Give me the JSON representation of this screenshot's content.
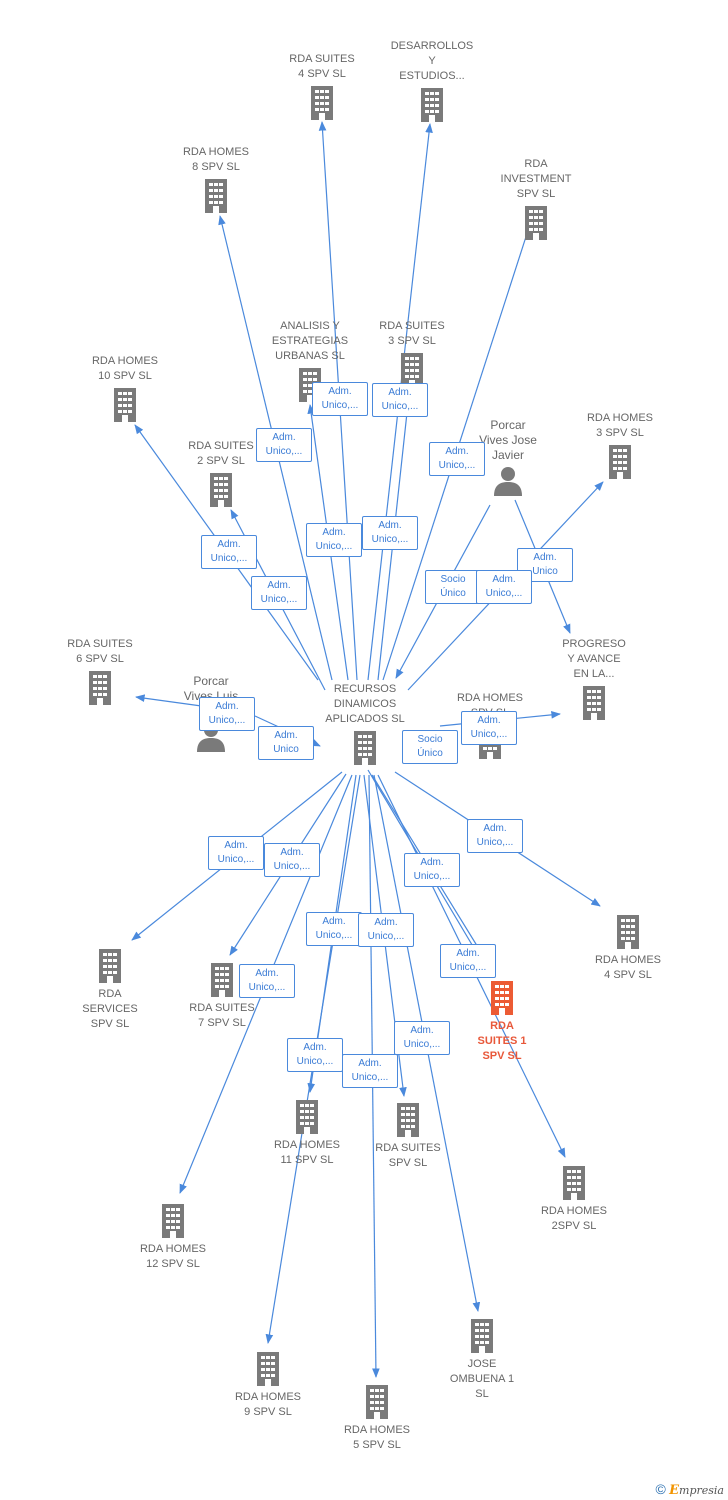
{
  "colors": {
    "edge": "#4a89dc",
    "building": "#7a7a7a",
    "main": "#ec5b34",
    "person": "#7a7a7a"
  },
  "nodes": [
    {
      "id": "rda-suites-4",
      "type": "company",
      "label": "RDA SUITES\n4 SPV  SL"
    },
    {
      "id": "desarrollos",
      "type": "company",
      "label": "DESARROLLOS\nY\nESTUDIOS..."
    },
    {
      "id": "rda-homes-8",
      "type": "company",
      "label": "RDA HOMES\n8 SPV  SL"
    },
    {
      "id": "rda-investment",
      "type": "company",
      "label": "RDA\nINVESTMENT\nSPV  SL"
    },
    {
      "id": "analisis",
      "type": "company",
      "label": "ANALISIS Y\nESTRATEGIAS\nURBANAS  SL"
    },
    {
      "id": "rda-suites-3",
      "type": "company",
      "label": "RDA SUITES\n3 SPV  SL"
    },
    {
      "id": "rda-homes-10",
      "type": "company",
      "label": "RDA HOMES\n10 SPV  SL"
    },
    {
      "id": "porcar-jose",
      "type": "person",
      "label": "Porcar\nVives Jose\nJavier"
    },
    {
      "id": "rda-homes-3",
      "type": "company",
      "label": "RDA HOMES\n3 SPV  SL"
    },
    {
      "id": "rda-suites-2",
      "type": "company",
      "label": "RDA SUITES\n2 SPV  SL"
    },
    {
      "id": "rda-suites-6",
      "type": "company",
      "label": "RDA SUITES\n6 SPV  SL"
    },
    {
      "id": "porcar-luis",
      "type": "person",
      "label": "Porcar\nVives Luis\nVi..."
    },
    {
      "id": "recursos",
      "type": "company",
      "label": "RECURSOS\nDINAMICOS\nAPLICADOS  SL"
    },
    {
      "id": "rda-homes-spv",
      "type": "company",
      "label": "RDA HOMES\nSPV  SL"
    },
    {
      "id": "progreso",
      "type": "company",
      "label": "PROGRESO\nY AVANCE\nEN LA..."
    },
    {
      "id": "rda-services",
      "type": "company",
      "label": "RDA\nSERVICES\nSPV  SL"
    },
    {
      "id": "rda-suites-7",
      "type": "company",
      "label": "RDA SUITES\n7 SPV  SL"
    },
    {
      "id": "rda-suites-1",
      "type": "main",
      "label": "RDA\nSUITES 1\nSPV  SL"
    },
    {
      "id": "rda-homes-4",
      "type": "company",
      "label": "RDA HOMES\n4 SPV  SL"
    },
    {
      "id": "rda-homes-11",
      "type": "company",
      "label": "RDA HOMES\n11 SPV  SL"
    },
    {
      "id": "rda-suites-spv",
      "type": "company",
      "label": "RDA SUITES\nSPV  SL"
    },
    {
      "id": "rda-homes-2",
      "type": "company",
      "label": "RDA HOMES\n2SPV  SL"
    },
    {
      "id": "rda-homes-12",
      "type": "company",
      "label": "RDA HOMES\n12 SPV  SL"
    },
    {
      "id": "jose-ombuena",
      "type": "company",
      "label": "JOSE\nOMBUENA 1\nSL"
    },
    {
      "id": "rda-homes-9",
      "type": "company",
      "label": "RDA HOMES\n9 SPV  SL"
    },
    {
      "id": "rda-homes-5",
      "type": "company",
      "label": "RDA HOMES\n5 SPV  SL"
    }
  ],
  "edge_labels": [
    "Adm.\nUnico,...",
    "Adm.\nUnico,...",
    "Adm.\nUnico,...",
    "Adm.\nUnico,...",
    "Adm.\nUnico,...",
    "Adm.\nUnico,...",
    "Adm.\nUnico,...",
    "Adm.\nUnico,...",
    "Adm.\nUnico",
    "Socio\nÚnico",
    "Adm.\nUnico,...",
    "Adm.\nUnico,...",
    "Adm.\nUnico",
    "Adm.\nUnico,...",
    "Socio\nÚnico",
    "Adm.\nUnico,...",
    "Adm.\nUnico,...",
    "Adm.\nUnico,...",
    "Adm.\nUnico,...",
    "Adm.\nUnico,...",
    "Adm.\nUnico,...",
    "Adm.\nUnico,...",
    "Adm.\nUnico,...",
    "Adm.\nUnico,...",
    "Adm.\nUnico,...",
    "Adm.\nUnico,..."
  ],
  "footer": {
    "copyright": "©",
    "brand_initial": "E",
    "brand_rest": "mpresia"
  }
}
